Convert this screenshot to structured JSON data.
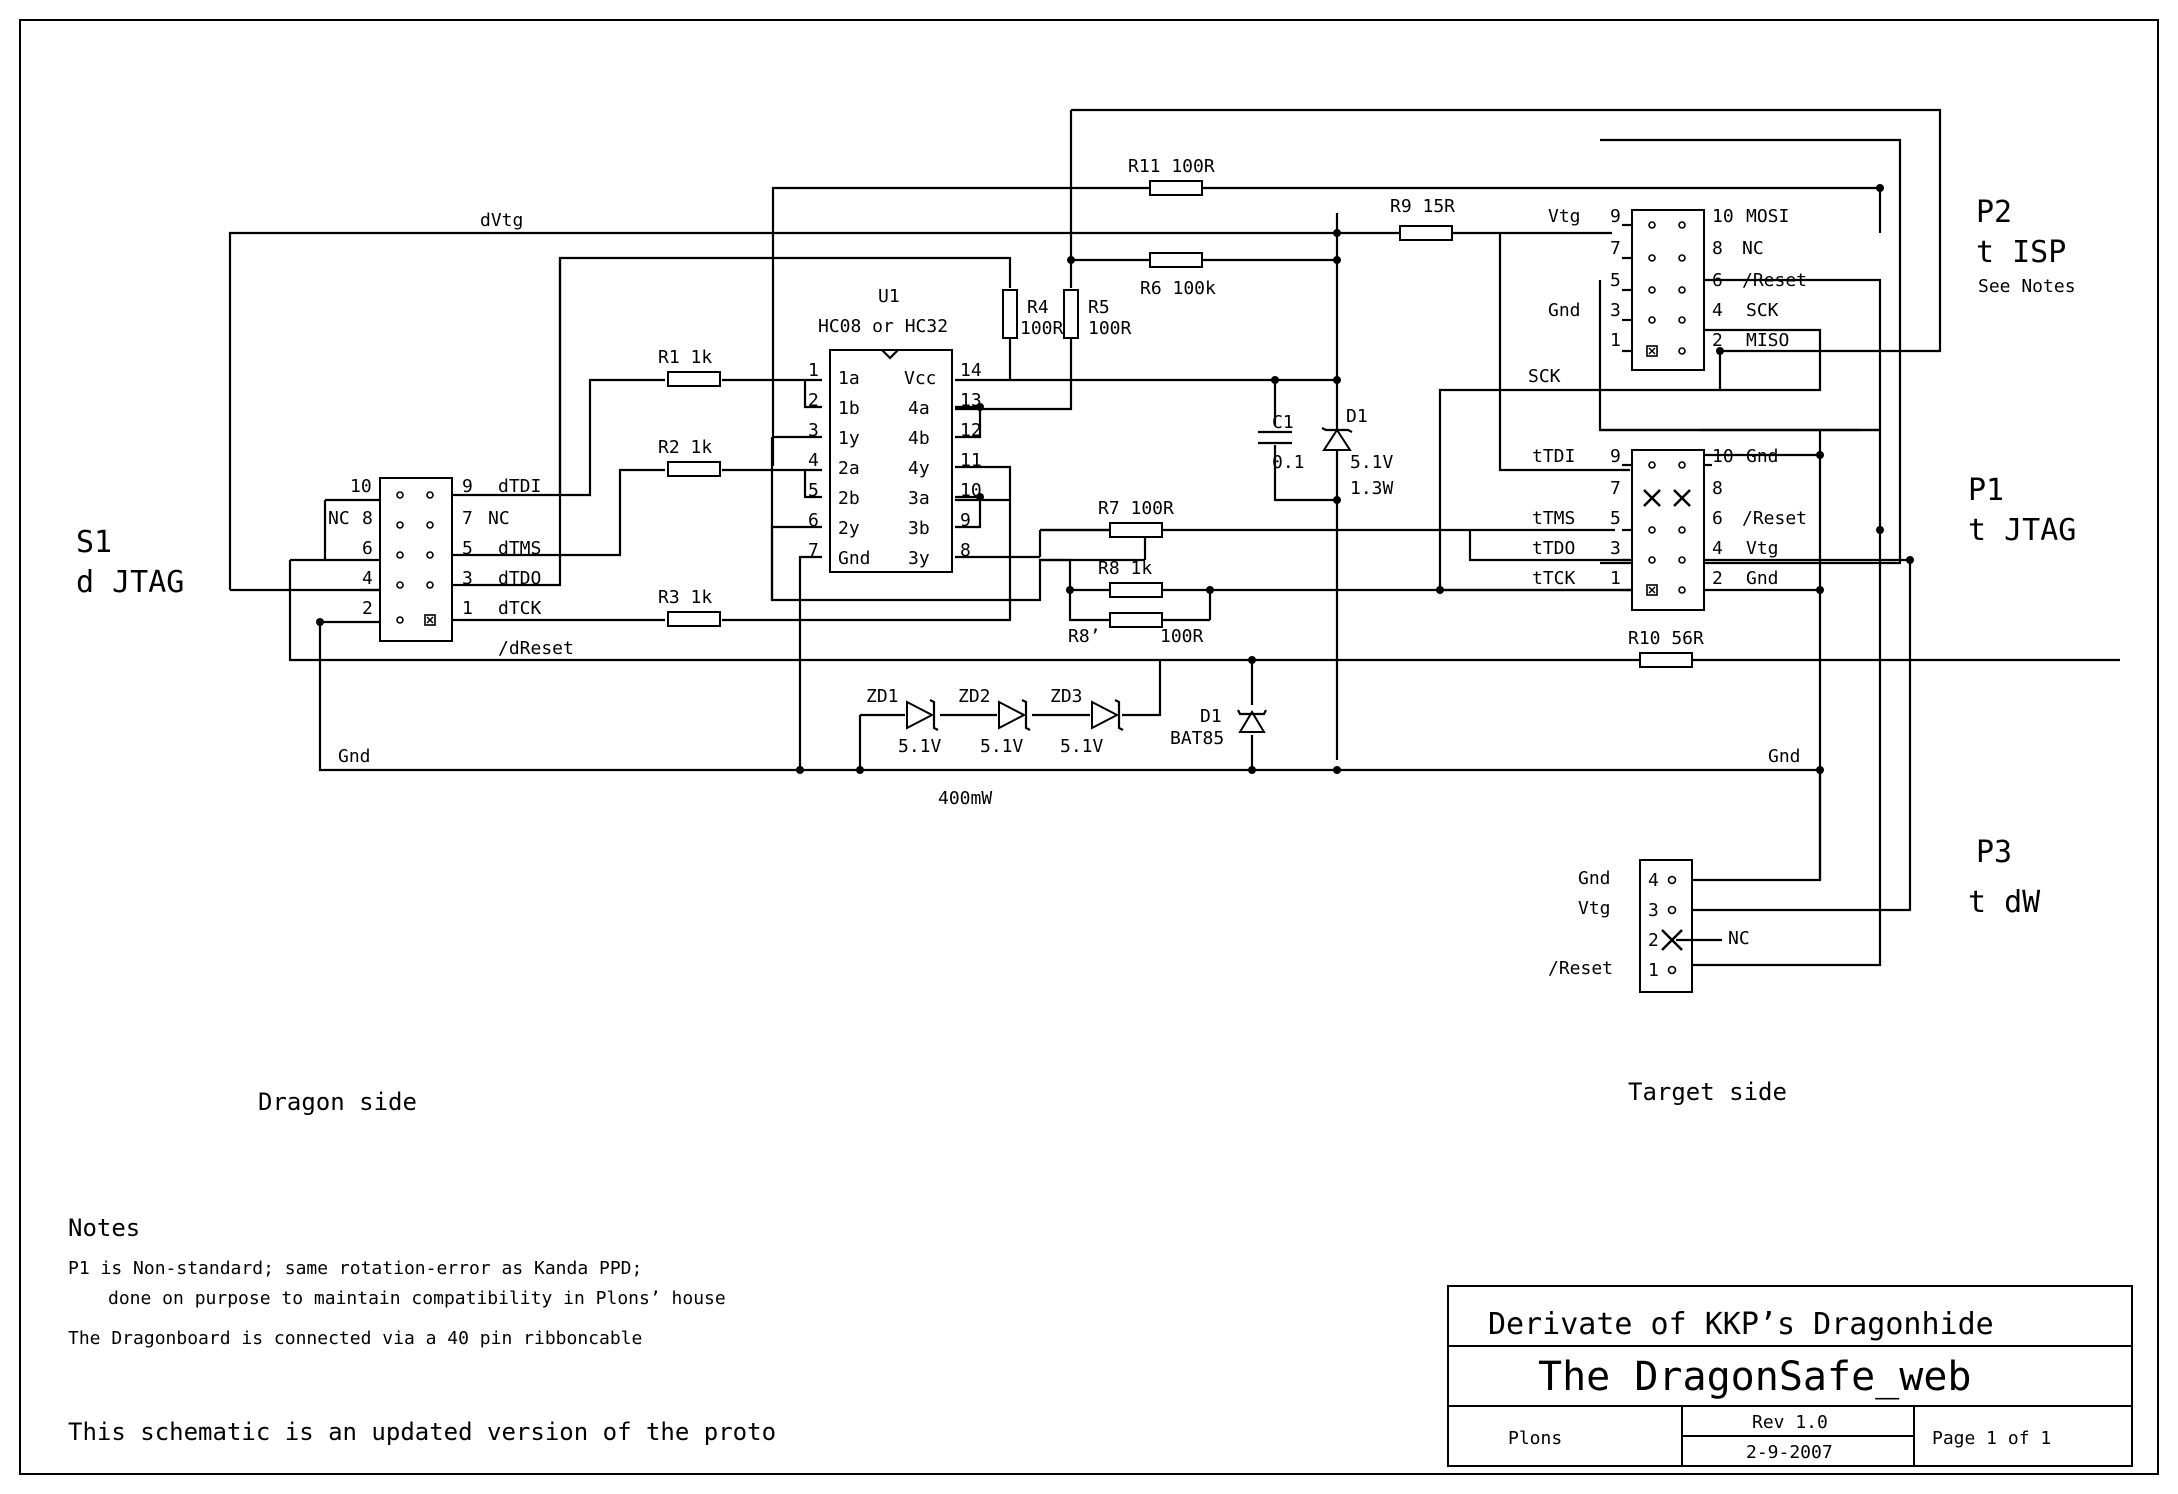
{
  "title_block": {
    "line1": "Derivate of KKP’s Dragonhide",
    "line2": "The DragonSafe_web",
    "author": "Plons",
    "rev": "Rev 1.0",
    "date": "2-9-2007",
    "page": "Page 1 of 1"
  },
  "notes": {
    "heading": "Notes",
    "line1": "P1 is Non-standard; same rotation-error as Kanda PPD;",
    "line2": "done on purpose to maintain compatibility in Plons’ house",
    "line3": "The Dragonboard is connected via a 40 pin ribboncable",
    "footer": "This schematic is an updated version of the proto"
  },
  "sides": {
    "left": "Dragon side",
    "right": "Target side"
  },
  "connectors": {
    "s1": {
      "ref": "S1",
      "name": "d JTAG"
    },
    "p1": {
      "ref": "P1",
      "name": "t JTAG"
    },
    "p2": {
      "ref": "P2",
      "name": "t ISP",
      "note": "See Notes"
    },
    "p3": {
      "ref": "P3",
      "name": "t dW"
    }
  },
  "nets": {
    "dvtg": "dVtg",
    "dtdi": "dTDI",
    "nc": "NC",
    "dtms": "dTMS",
    "dtdo": "dTDO",
    "dtck": "dTCK",
    "dreset": "/dReset",
    "gnd": "Gnd",
    "sck": "SCK",
    "ttdi": "tTDI",
    "ttms": "tTMS",
    "ttdo": "tTDO",
    "ttck": "tTCK",
    "vtg": "Vtg",
    "mosi": "MOSI",
    "miso": "MISO",
    "reset": "/Reset"
  },
  "components": {
    "u1": {
      "ref": "U1",
      "value": "HC08 or HC32"
    },
    "r1": "R1  1k",
    "r2": "R2  1k",
    "r3": "R3  1k",
    "r4": "R4",
    "r4v": "100R",
    "r5": "R5",
    "r5v": "100R",
    "r6": "R6  100k",
    "r7": "R7  100R",
    "r8": "R8  1k",
    "r8p": "R8’",
    "r8pv": "100R",
    "r9": "R9  15R",
    "r10": "R10  56R",
    "r11": "R11  100R",
    "c1": "C1",
    "c1v": "0.1",
    "d1z": "D1",
    "d1zv": "5.1V",
    "d1zp": "1.3W",
    "d1s": "D1",
    "d1sv": "BAT85",
    "zd1": "ZD1",
    "zd2": "ZD2",
    "zd3": "ZD3",
    "zdv": "5.1V",
    "zdp": "400mW"
  },
  "u1_pins": {
    "left": [
      "1a",
      "1b",
      "1y",
      "2a",
      "2b",
      "2y",
      "Gnd"
    ],
    "right": [
      "Vcc",
      "4a",
      "4b",
      "4y",
      "3a",
      "3b",
      "3y"
    ],
    "left_nums": [
      "1",
      "2",
      "3",
      "4",
      "5",
      "6",
      "7"
    ],
    "right_nums": [
      "14",
      "13",
      "12",
      "11",
      "10",
      "9",
      "8"
    ]
  }
}
